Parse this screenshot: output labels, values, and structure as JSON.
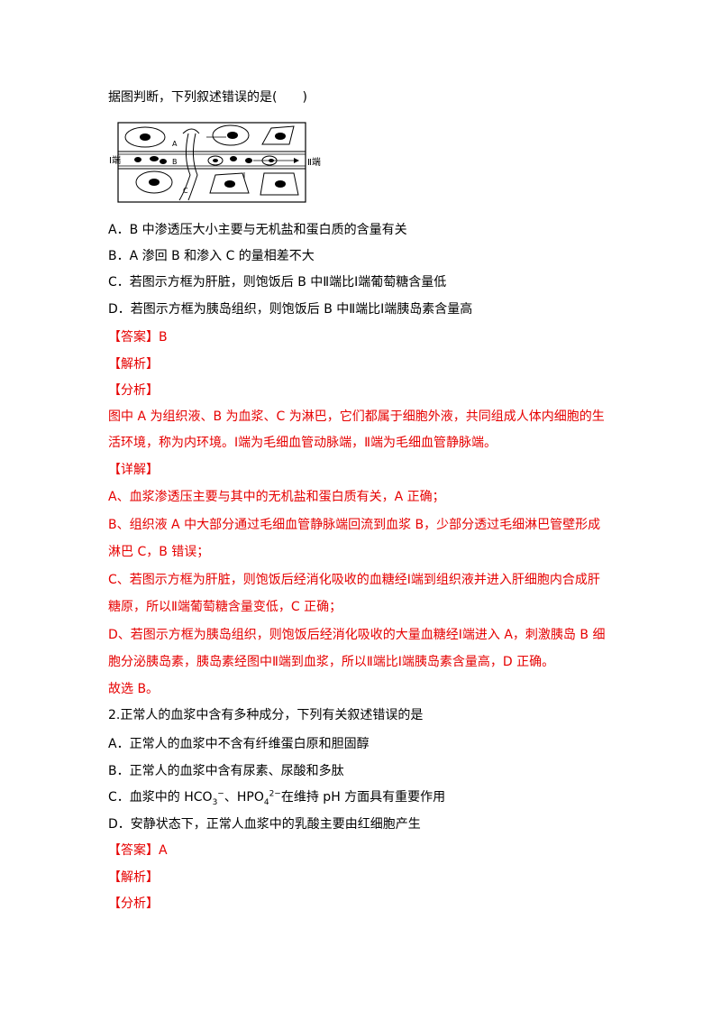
{
  "q1": {
    "stem": "据图判断，下列叙述错误的是(　　)",
    "figure": {
      "label_left": "Ⅰ端",
      "label_right": "Ⅱ端",
      "label_a": "A",
      "label_b": "B",
      "label_c": "C"
    },
    "options": {
      "A": "A．B 中渗透压大小主要与无机盐和蛋白质的含量有关",
      "B": "B．A 渗回 B 和渗入 C 的量相差不大",
      "C": "C．若图示方框为肝脏，则饱饭后 B 中Ⅱ端比Ⅰ端葡萄糖含量低",
      "D": "D．若图示方框为胰岛组织，则饱饭后 B 中Ⅱ端比Ⅰ端胰岛素含量高"
    },
    "answer": "【答案】B",
    "jiexi": "【解析】",
    "fenxi": "【分析】",
    "fenxi_text_1": "图中 A 为组织液、B 为血浆、C 为淋巴，它们都属于细胞外液，共同组成人体内细胞的生",
    "fenxi_text_2": "活环境，称为内环境。Ⅰ端为毛细血管动脉端，Ⅱ端为毛细血管静脉端。",
    "xiangjie": "【详解】",
    "detail_a": "A、血浆渗透压主要与其中的无机盐和蛋白质有关，A 正确；",
    "detail_b1": "B、组织液 A 中大部分通过毛细血管静脉端回流到血浆 B，少部分透过毛细淋巴管壁形成",
    "detail_b2": "淋巴 C，B 错误；",
    "detail_c1": "C、若图示方框为肝脏，则饱饭后经消化吸收的血糖经Ⅰ端到组织液并进入肝细胞内合成肝",
    "detail_c2": "糖原，所以Ⅱ端葡萄糖含量变低，C 正确；",
    "detail_d1": "D、若图示方框为胰岛组织，则饱饭后经消化吸收的大量血糖经Ⅰ端进入 A，刺激胰岛 B 细",
    "detail_d2": "胞分泌胰岛素，胰岛素经图中Ⅱ端到血浆，所以Ⅱ端比Ⅰ端胰岛素含量高，D 正确。",
    "conclusion": "故选 B。"
  },
  "q2": {
    "stem": "2.正常人的血浆中含有多种成分，下列有关叙述错误的是",
    "options": {
      "A": "A．正常人的血浆中不含有纤维蛋白原和胆固醇",
      "B": "B．正常人的血浆中含有尿素、尿酸和多肽",
      "C_pre": "C．血浆中的 HCO",
      "C_sub1": "3",
      "C_sup1": "−",
      "C_mid": "、HPO",
      "C_sub2": "4",
      "C_sup2": "2−",
      "C_post": "在维持 pH 方面具有重要作用",
      "D": "D．安静状态下，正常人血浆中的乳酸主要由红细胞产生"
    },
    "answer": "【答案】A",
    "jiexi": "【解析】",
    "fenxi": "【分析】"
  }
}
